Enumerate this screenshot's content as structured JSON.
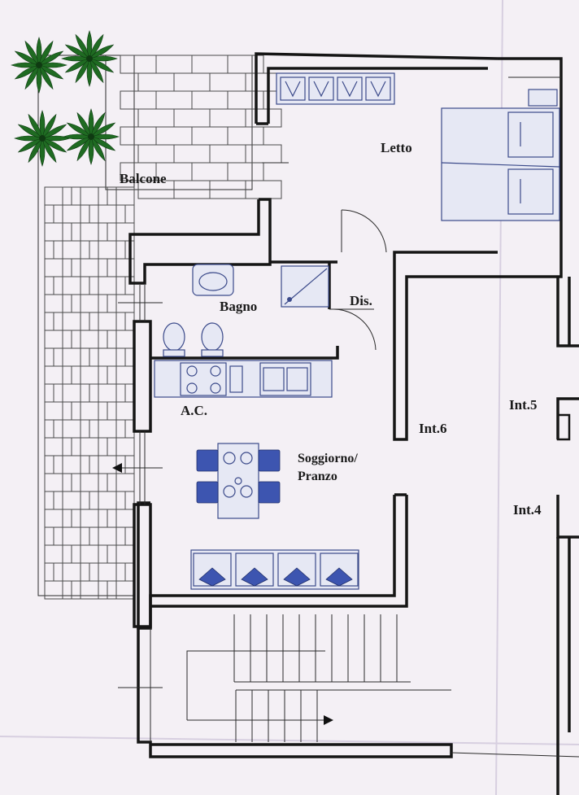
{
  "rooms": {
    "balcone": "Balcone",
    "letto": "Letto",
    "bagno": "Bagno",
    "dis": "Dis.",
    "ac": "A.C.",
    "soggiorno_line1": "Soggiorno/",
    "soggiorno_line2": "Pranzo"
  },
  "units": {
    "int6": "Int.6",
    "int5": "Int.5",
    "int4": "Int.4"
  },
  "colors": {
    "paper": "#f4f0f5",
    "walls": "#151515",
    "fixtures": "#3b4a8a",
    "furniture_blue": "#3d55b0",
    "plants": "#1f6b22"
  },
  "icons": [
    "plant-icon",
    "wardrobe-icon",
    "double-bed-icon",
    "washbasin-icon",
    "shower-tray-icon",
    "toilet-icon",
    "bidet-icon",
    "cooktop-icon",
    "double-sink-icon",
    "dining-table-icon",
    "sofa-icon",
    "staircase-icon",
    "direction-arrow-icon"
  ]
}
